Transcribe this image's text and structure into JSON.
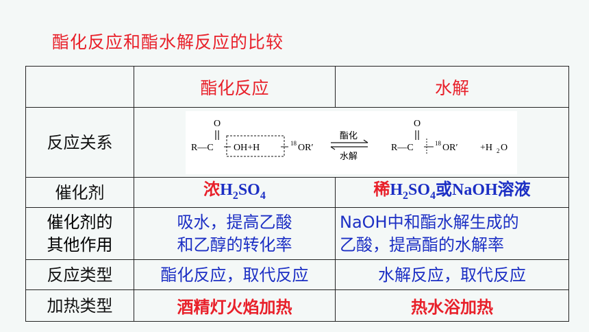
{
  "title": "酯化反应和酯水解反应的比较",
  "headers": [
    "",
    "酯化反应",
    "水解"
  ],
  "reaction_row": {
    "label": "反应关系",
    "equation": {
      "left_group": "R—C",
      "carbonyl_o": "O",
      "oh_h": "OH+H",
      "isotope": "18",
      "or_group": "OR′",
      "forward_label": "酯化",
      "reverse_label": "水解",
      "right_group": "R—C",
      "right_or": "OR′",
      "water": "+H",
      "water_sub": "2",
      "water_o": "O"
    }
  },
  "catalyst_row": {
    "label": "催化剂",
    "esterification": {
      "prefix": "浓",
      "formula": "H",
      "sub1": "2",
      "mid": "SO",
      "sub2": "4"
    },
    "hydrolysis": {
      "prefix": "稀",
      "formula": "H",
      "sub1": "2",
      "mid": "SO",
      "sub2": "4",
      "suffix_or": "或",
      "naoh": "NaOH",
      "suffix": "溶液"
    }
  },
  "other_role_row": {
    "label_line1": "催化剂的",
    "label_line2": "其他作用",
    "esterification_line1": "吸水，提高乙酸",
    "esterification_line2": "和乙醇的转化率",
    "hydrolysis_line1": "NaOH中和酯水解生成的",
    "hydrolysis_line2": "乙酸，提高酯的水解率"
  },
  "type_row": {
    "label": "反应类型",
    "esterification": "酯化反应，取代反应",
    "hydrolysis": "水解反应，取代反应"
  },
  "heating_row": {
    "label": "加热类型",
    "esterification": "酒精灯火焰加热",
    "hydrolysis": "热水浴加热"
  },
  "colors": {
    "title": "#e8202a",
    "red": "#e8202a",
    "blue": "#1c2fc4",
    "border": "#222222"
  }
}
